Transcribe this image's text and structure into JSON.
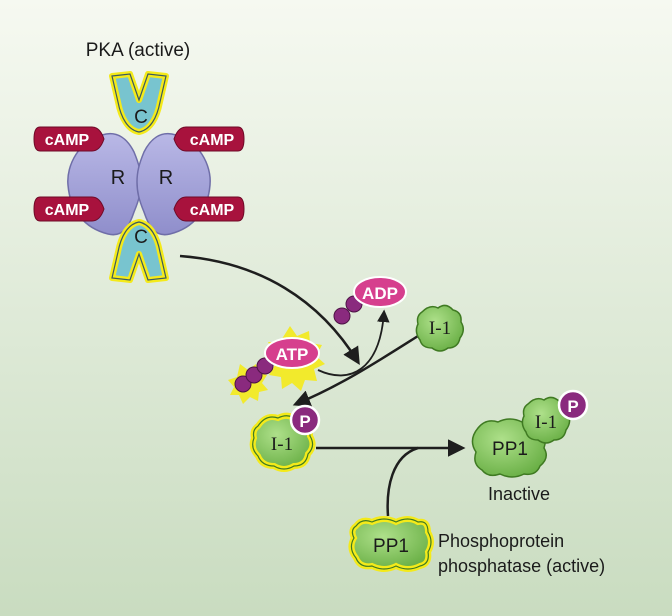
{
  "pka": {
    "title": "PKA (active)",
    "catalytic_label": "C",
    "regulatory_label": "R",
    "camp_label": "cAMP"
  },
  "reaction": {
    "atp_label": "ATP",
    "adp_label": "ADP",
    "inhibitor_label": "I-1",
    "phospho_label": "P"
  },
  "pp1": {
    "label": "PP1",
    "inactive_caption": "Inactive",
    "active_caption_line1": "Phosphoprotein",
    "active_caption_line2": "phosphatase (active)"
  },
  "colors": {
    "background_top": "#f6f9f1",
    "background_bottom": "#c9dcc0",
    "catalytic_fill": "#78c4cf",
    "catalytic_outline": "#f4ea1a",
    "regulatory_fill": "#a4a4d8",
    "camp_fill": "#a8123d",
    "atp_fill": "#d63f8e",
    "phosphate_fill": "#8a2a7e",
    "enzyme_green": "#7dc357",
    "highlight_yellow": "#f4ea1a"
  }
}
